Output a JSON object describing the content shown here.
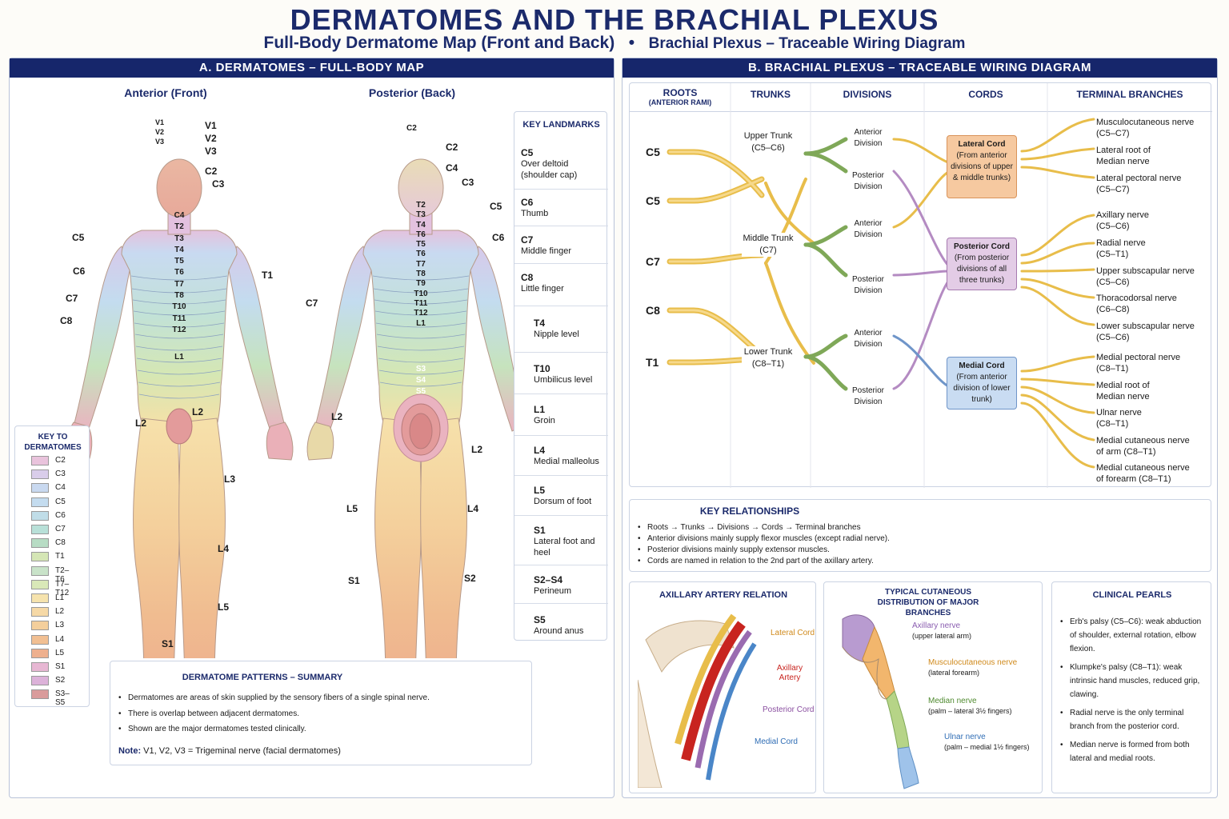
{
  "header": {
    "title": "DERMATOMES AND THE BRACHIAL PLEXUS",
    "subtitle_left": "Full-Body Dermatome Map (Front and Back)",
    "subtitle_sep": "•",
    "subtitle_right": "Brachial Plexus – Traceable Wiring Diagram"
  },
  "panel_a": {
    "heading": "A. DERMATOMES – FULL-BODY MAP",
    "anterior_title": "Anterior (Front)",
    "posterior_title": "Posterior (Back)",
    "anterior_labels": {
      "face": [
        "V1",
        "V2",
        "V3"
      ],
      "right": [
        "V1",
        "V2",
        "V3",
        "C2",
        "C3",
        "T1",
        "L2",
        "L3",
        "L4",
        "L5"
      ],
      "left": [
        "C5",
        "C6",
        "C7",
        "C8",
        "L2",
        "S1"
      ],
      "torso": [
        "C4",
        "T2",
        "T3",
        "T4",
        "T5",
        "T6",
        "T7",
        "T8",
        "T10",
        "T11",
        "T12",
        "L1"
      ]
    },
    "posterior_labels": {
      "head": "C2",
      "right": [
        "C2",
        "C4",
        "C3",
        "C5",
        "C6",
        "L2",
        "L4",
        "S2"
      ],
      "left": [
        "C7",
        "L2",
        "L5",
        "S1"
      ],
      "back": [
        "T2",
        "T3",
        "T4",
        "T6",
        "T5",
        "T6",
        "T7",
        "T8",
        "T9",
        "T10",
        "T11",
        "T12",
        "L1"
      ],
      "sacral": [
        "S3",
        "S4",
        "S5"
      ]
    },
    "key_title": "KEY TO DERMATOMES",
    "key": [
      {
        "label": "C2",
        "color": "#e9c3dc"
      },
      {
        "label": "C3",
        "color": "#d9cdea"
      },
      {
        "label": "C4",
        "color": "#c9d9f0"
      },
      {
        "label": "C5",
        "color": "#c4dcef"
      },
      {
        "label": "C6",
        "color": "#c0dde8"
      },
      {
        "label": "C7",
        "color": "#b8e0d8"
      },
      {
        "label": "C8",
        "color": "#b7dcc4"
      },
      {
        "label": "T1",
        "color": "#d5e6b5"
      },
      {
        "label": "T2–T6",
        "color": "#c9e3c9"
      },
      {
        "label": "T7–T12",
        "color": "#d9e8b8"
      },
      {
        "label": "L1",
        "color": "#f6e3ad"
      },
      {
        "label": "L2",
        "color": "#f6d9a6"
      },
      {
        "label": "L3",
        "color": "#f4cf9c"
      },
      {
        "label": "L4",
        "color": "#f1bf92"
      },
      {
        "label": "L5",
        "color": "#eeb08e"
      },
      {
        "label": "S1",
        "color": "#e7b7d3"
      },
      {
        "label": "S2",
        "color": "#dcb2d9"
      },
      {
        "label": "S3–S5",
        "color": "#d99b9b"
      }
    ],
    "landmarks_title": "KEY LANDMARKS",
    "landmarks": [
      {
        "level": "C5",
        "desc": "Over deltoid (shoulder cap)"
      },
      {
        "level": "C6",
        "desc": "Thumb"
      },
      {
        "level": "C7",
        "desc": "Middle finger"
      },
      {
        "level": "C8",
        "desc": "Little finger"
      },
      {
        "level": "T4",
        "desc": "Nipple level"
      },
      {
        "level": "T10",
        "desc": "Umbilicus level"
      },
      {
        "level": "L1",
        "desc": "Groin"
      },
      {
        "level": "L4",
        "desc": "Medial malleolus"
      },
      {
        "level": "L5",
        "desc": "Dorsum of foot"
      },
      {
        "level": "S1",
        "desc": "Lateral foot and heel"
      },
      {
        "level": "S2–S4",
        "desc": "Perineum"
      },
      {
        "level": "S5",
        "desc": "Around anus"
      }
    ],
    "summary_title": "DERMATOME PATTERNS – SUMMARY",
    "summary_points": [
      "Dermatomes are areas of skin supplied by the sensory fibers of a single spinal nerve.",
      "There is overlap between adjacent dermatomes.",
      "Shown are the major dermatomes tested clinically."
    ],
    "note_label": "Note:",
    "note_text": "V1, V2, V3 = Trigeminal nerve (facial dermatomes)"
  },
  "panel_b": {
    "heading": "B. BRACHIAL PLEXUS – TRACEABLE WIRING DIAGRAM",
    "columns": [
      {
        "title": "ROOTS",
        "sub": "(ANTERIOR RAMI)"
      },
      {
        "title": "TRUNKS",
        "sub": ""
      },
      {
        "title": "DIVISIONS",
        "sub": ""
      },
      {
        "title": "CORDS",
        "sub": ""
      },
      {
        "title": "TERMINAL BRANCHES",
        "sub": ""
      }
    ],
    "roots": [
      "C5",
      "C5",
      "C7",
      "C8",
      "T1"
    ],
    "trunks": [
      {
        "name": "Upper Trunk",
        "roots": "(C5–C6)"
      },
      {
        "name": "Middle Trunk",
        "roots": "(C7)"
      },
      {
        "name": "Lower Trunk",
        "roots": "(C8–T1)"
      }
    ],
    "divisions": [
      "Anterior Division",
      "Posterior Division",
      "Anterior Division",
      "Posterior Division",
      "Anterior Division",
      "Posterior Division"
    ],
    "cords": [
      {
        "name": "Lateral Cord",
        "desc": "(From anterior divisions of upper & middle trunks)",
        "color": "#f6c9a0",
        "border": "#d9935a"
      },
      {
        "name": "Posterior Cord",
        "desc": "(From posterior divisions of all three trunks)",
        "color": "#e3cce6",
        "border": "#a67ab0"
      },
      {
        "name": "Medial Cord",
        "desc": "(From anterior division of lower trunk)",
        "color": "#c9dcf2",
        "border": "#6f95c9"
      }
    ],
    "branches": [
      {
        "name": "Musculocutaneous nerve",
        "roots": "(C5–C7)"
      },
      {
        "name": "Lateral root of",
        "roots": "Median nerve"
      },
      {
        "name": "Lateral pectoral nerve",
        "roots": "(C5–C7)"
      },
      {
        "name": "Axillary nerve",
        "roots": "(C5–C6)"
      },
      {
        "name": "Radial nerve",
        "roots": "(C5–T1)"
      },
      {
        "name": "Upper subscapular nerve",
        "roots": "(C5–C6)"
      },
      {
        "name": "Thoracodorsal nerve",
        "roots": "(C6–C8)"
      },
      {
        "name": "Lower subscapular nerve",
        "roots": "(C5–C6)"
      },
      {
        "name": "Medial pectoral nerve",
        "roots": "(C8–T1)"
      },
      {
        "name": "Medial root of",
        "roots": "Median nerve"
      },
      {
        "name": "Ulnar nerve",
        "roots": "(C8–T1)"
      },
      {
        "name": "Medial cutaneous nerve",
        "roots": "of arm (C8–T1)"
      },
      {
        "name": "Medial cutaneous nerve",
        "roots": "of forearm (C8–T1)"
      }
    ],
    "relationships_title": "KEY RELATIONSHIPS",
    "relationships": [
      "Roots → Trunks → Divisions → Cords → Terminal branches",
      "Anterior divisions mainly supply flexor muscles (except radial nerve).",
      "Posterior divisions mainly supply extensor muscles.",
      "Cords are named in relation to the 2nd part of the axillary artery."
    ],
    "axillary_title": "AXILLARY ARTERY RELATION",
    "axillary_labels": [
      {
        "text": "Lateral Cord",
        "color": "#d08a1c"
      },
      {
        "text": "Axillary Artery",
        "color": "#c8241f"
      },
      {
        "text": "Posterior Cord",
        "color": "#8a4fa0"
      },
      {
        "text": "Medial Cord",
        "color": "#2f6db5"
      }
    ],
    "cutaneous_title": "TYPICAL CUTANEOUS DISTRIBUTION OF MAJOR BRANCHES",
    "cutaneous": [
      {
        "nerve": "Axillary nerve",
        "area": "(upper lateral arm)",
        "color": "#8a5db0"
      },
      {
        "nerve": "Musculocutaneous nerve",
        "area": "(lateral forearm)",
        "color": "#d08a1c"
      },
      {
        "nerve": "Median nerve",
        "area": "(palm – lateral 3½ fingers)",
        "color": "#4f8a2f"
      },
      {
        "nerve": "Ulnar nerve",
        "area": "(palm – medial 1½ fingers)",
        "color": "#2f6db5"
      }
    ],
    "pearls_title": "CLINICAL PEARLS",
    "pearls": [
      "Erb's palsy (C5–C6): weak abduction of shoulder, external rotation, elbow flexion.",
      "Klumpke's palsy (C8–T1): weak intrinsic hand muscles, reduced grip, clawing.",
      "Radial nerve is the only terminal branch from the posterior cord.",
      "Median nerve is formed from both lateral and medial roots."
    ]
  }
}
